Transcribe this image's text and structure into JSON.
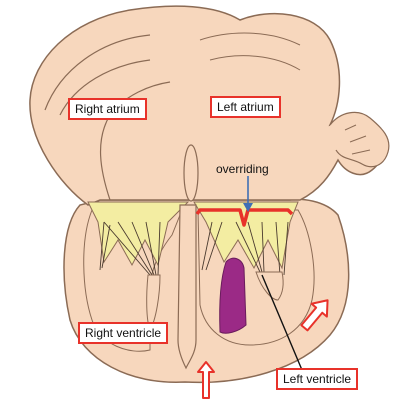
{
  "labels": {
    "right_atrium": "Right atrium",
    "left_atrium": "Left atrium",
    "overriding": "overriding",
    "right_ventricle": "Right ventricle",
    "left_ventricle": "Left ventricle"
  },
  "colors": {
    "tissue": "#f7d7bd",
    "tissue_outline": "#8b6b55",
    "valve_ring": "#f3eda2",
    "muscle_purple": "#9b2a86",
    "label_border": "#e8322a",
    "overriding_bracket": "#e8322a",
    "annotation_arrow": "#3f6fb5",
    "flow_arrow": "#e8322a"
  }
}
